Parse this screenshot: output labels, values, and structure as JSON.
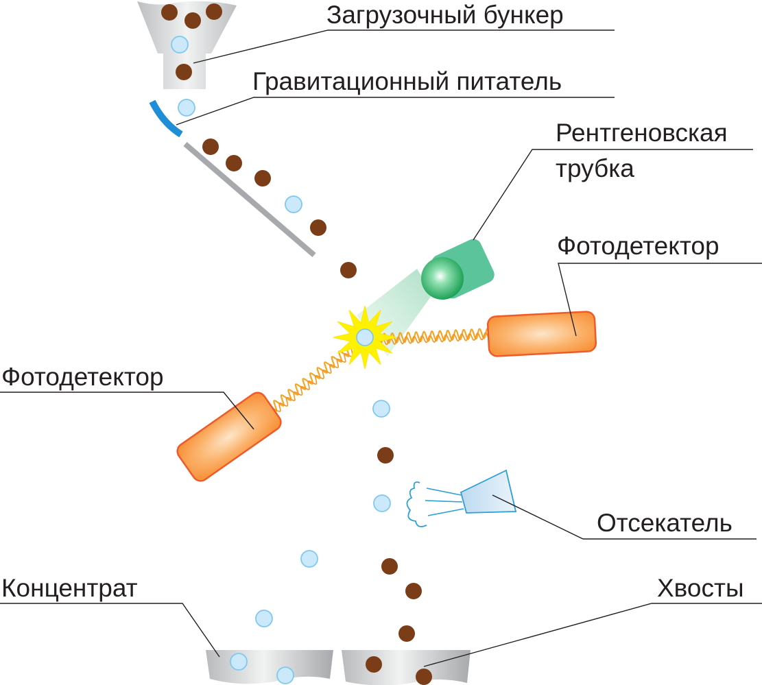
{
  "labels": {
    "hopper": "Загрузочный бункер",
    "feeder": "Гравитационный питатель",
    "xray_line1": "Рентгеновская",
    "xray_line2": "трубка",
    "detector_right": "Фотодетектор",
    "detector_left": "Фотодетектор",
    "ejector": "Отсекатель",
    "concentrate": "Концентрат",
    "tails": "Хвосты"
  },
  "colors": {
    "ore_particle": "#7a3d18",
    "waste_particle": "#cbe9fb",
    "waste_particle_stroke": "#7fc8f0",
    "hopper": "#c9cacb",
    "feeder": "#1e8fd6",
    "chute": "#a7a9ac",
    "xray_tube": "#5cc49a",
    "xray_bulb": "#17a65a",
    "detector_fill": "#f9a560",
    "detector_stroke": "#f05a28",
    "signal_wave": "#f5a623",
    "flash": "#fff200",
    "ejector": "#d6e9f8",
    "ejector_stroke": "#2a9fd8",
    "leader_line": "#231f20"
  },
  "icons": {
    "hopper": "funnel-icon",
    "feeder": "feeder-icon",
    "xray": "xray-tube-icon",
    "detector": "photodetector-icon",
    "ejector": "air-nozzle-icon",
    "bin": "collection-bin-icon"
  }
}
